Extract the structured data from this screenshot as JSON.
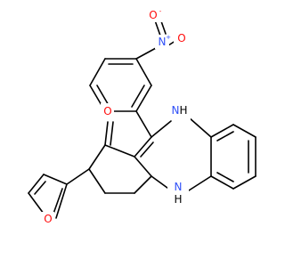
{
  "molecule": {
    "atoms": {
      "n_nitro": "N",
      "n_plus": "+",
      "o_nitro_top": "O",
      "o_nitro_right": "O",
      "o_minus": "-",
      "o_ketone": "O",
      "nh_top": "H",
      "n_top": "N",
      "n_bottom": "N",
      "nh_bottom": "H",
      "o_furan": "O"
    },
    "colors": {
      "bond": "#000000",
      "oxygen": "#ff0d0d",
      "nitrogen": "#3050f8",
      "hydrogen_on_n": "#000000"
    }
  }
}
